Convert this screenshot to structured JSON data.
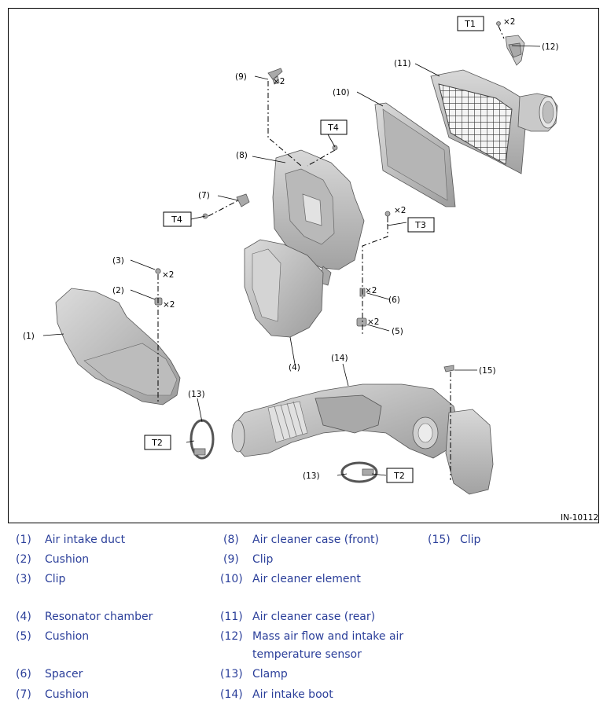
{
  "figure_code": "IN-10112",
  "tags": {
    "T1": "T1",
    "T2a": "T2",
    "T2b": "T2",
    "T3": "T3",
    "T4a": "T4",
    "T4b": "T4"
  },
  "callouts": {
    "c1": "(1)",
    "c2": "(2)",
    "c3": "(3)",
    "c4": "(4)",
    "c5": "(5)",
    "c6": "(6)",
    "c7": "(7)",
    "c8": "(8)",
    "c9": "(9)",
    "c10": "(10)",
    "c11": "(11)",
    "c12": "(12)",
    "c13a": "(13)",
    "c13b": "(13)",
    "c14": "(14)",
    "c15": "(15)"
  },
  "multipliers": {
    "m_t1": "×2",
    "m_9": "×2",
    "m_t3": "×2",
    "m_3": "×2",
    "m_2": "×2",
    "m_6": "×2",
    "m_5": "×2"
  },
  "legend": [
    {
      "num": "(1)",
      "label": "Air intake duct"
    },
    {
      "num": "(2)",
      "label": "Cushion"
    },
    {
      "num": "(3)",
      "label": "Clip"
    },
    {
      "num": "(4)",
      "label": "Resonator chamber"
    },
    {
      "num": "(5)",
      "label": "Cushion"
    },
    {
      "num": "(6)",
      "label": "Spacer"
    },
    {
      "num": "(7)",
      "label": "Cushion"
    },
    {
      "num": "(8)",
      "label": "Air cleaner case (front)"
    },
    {
      "num": "(9)",
      "label": "Clip"
    },
    {
      "num": "(10)",
      "label": "Air cleaner element"
    },
    {
      "num": "(11)",
      "label": "Air cleaner case (rear)"
    },
    {
      "num": "(12)",
      "label": "Mass air flow and intake air",
      "label2": "temperature sensor"
    },
    {
      "num": "(13)",
      "label": "Clamp"
    },
    {
      "num": "(14)",
      "label": "Air intake boot"
    },
    {
      "num": "(15)",
      "label": "Clip"
    }
  ]
}
